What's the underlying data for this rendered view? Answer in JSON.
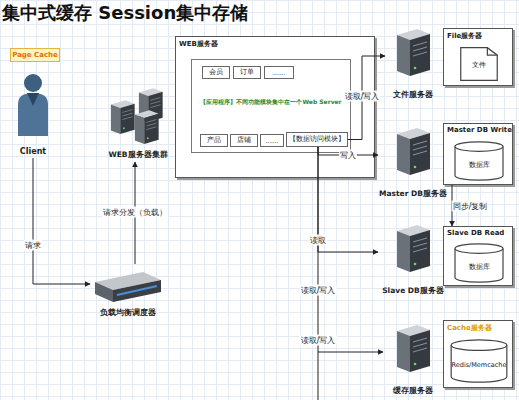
{
  "diagram": {
    "title": "集中式缓存 Session集中存储",
    "nodes": [
      {
        "text": [
          "Page Cache"
        ]
      },
      {
        "text": [
          "Client"
        ]
      },
      {
        "text": [
          "WEB服务器集群"
        ]
      },
      {
        "text": [
          "负载均衡调度器"
        ]
      },
      {
        "text": [
          "WEB服务器"
        ]
      },
      {
        "text": [
          "【应用程序】不同功能模块集中在一个Web Server"
        ],
        "in": 4
      },
      {
        "text": [
          "会员"
        ],
        "in": 5
      },
      {
        "text": [
          "订单"
        ],
        "in": 5
      },
      {
        "text": [
          "......"
        ],
        "in": 5
      },
      {
        "text": [
          "产品"
        ],
        "in": 5
      },
      {
        "text": [
          "店铺"
        ],
        "in": 5
      },
      {
        "text": [
          "......"
        ],
        "in": 5
      },
      {
        "text": [
          "【数据访问模块】"
        ],
        "in": 5
      },
      {
        "text": [
          "文件服务器"
        ]
      },
      {
        "text": [
          "File服务器"
        ]
      },
      {
        "text": [
          "文件"
        ],
        "in": 14
      },
      {
        "text": [
          "Master DB服务器"
        ]
      },
      {
        "text": [
          "Master DB Write"
        ]
      },
      {
        "text": [
          "数据库"
        ],
        "in": 17
      },
      {
        "text": [
          "Slave DB服务器"
        ]
      },
      {
        "text": [
          "Slave DB Read"
        ]
      },
      {
        "text": [
          "数据库"
        ],
        "in": 20
      },
      {
        "text": [
          "缓存服务器"
        ]
      },
      {
        "text": [
          "Cache服务器"
        ]
      },
      {
        "text": [
          "Redis/Memcache"
        ],
        "in": 23
      }
    ],
    "edges": [
      {
        "from": 1,
        "to": 3,
        "label": "请求",
        "arrow": "to"
      },
      {
        "from": 3,
        "to": 2,
        "label": "请求分发（负载）",
        "arrow": "to"
      },
      {
        "from": 12,
        "to": 13,
        "label": "读取/写入",
        "arrow": "to"
      },
      {
        "from": 12,
        "to": 16,
        "label": "写入",
        "arrow": "to"
      },
      {
        "from": 12,
        "to": 19,
        "label": "读取",
        "arrow": "to"
      },
      {
        "from": 12,
        "to": 22,
        "label": "读取/写入",
        "arrow": "to"
      },
      {
        "from": 17,
        "to": 20,
        "label": "同步/复制",
        "arrow": "to"
      }
    ],
    "labels": [
      "读取/写入"
    ]
  }
}
